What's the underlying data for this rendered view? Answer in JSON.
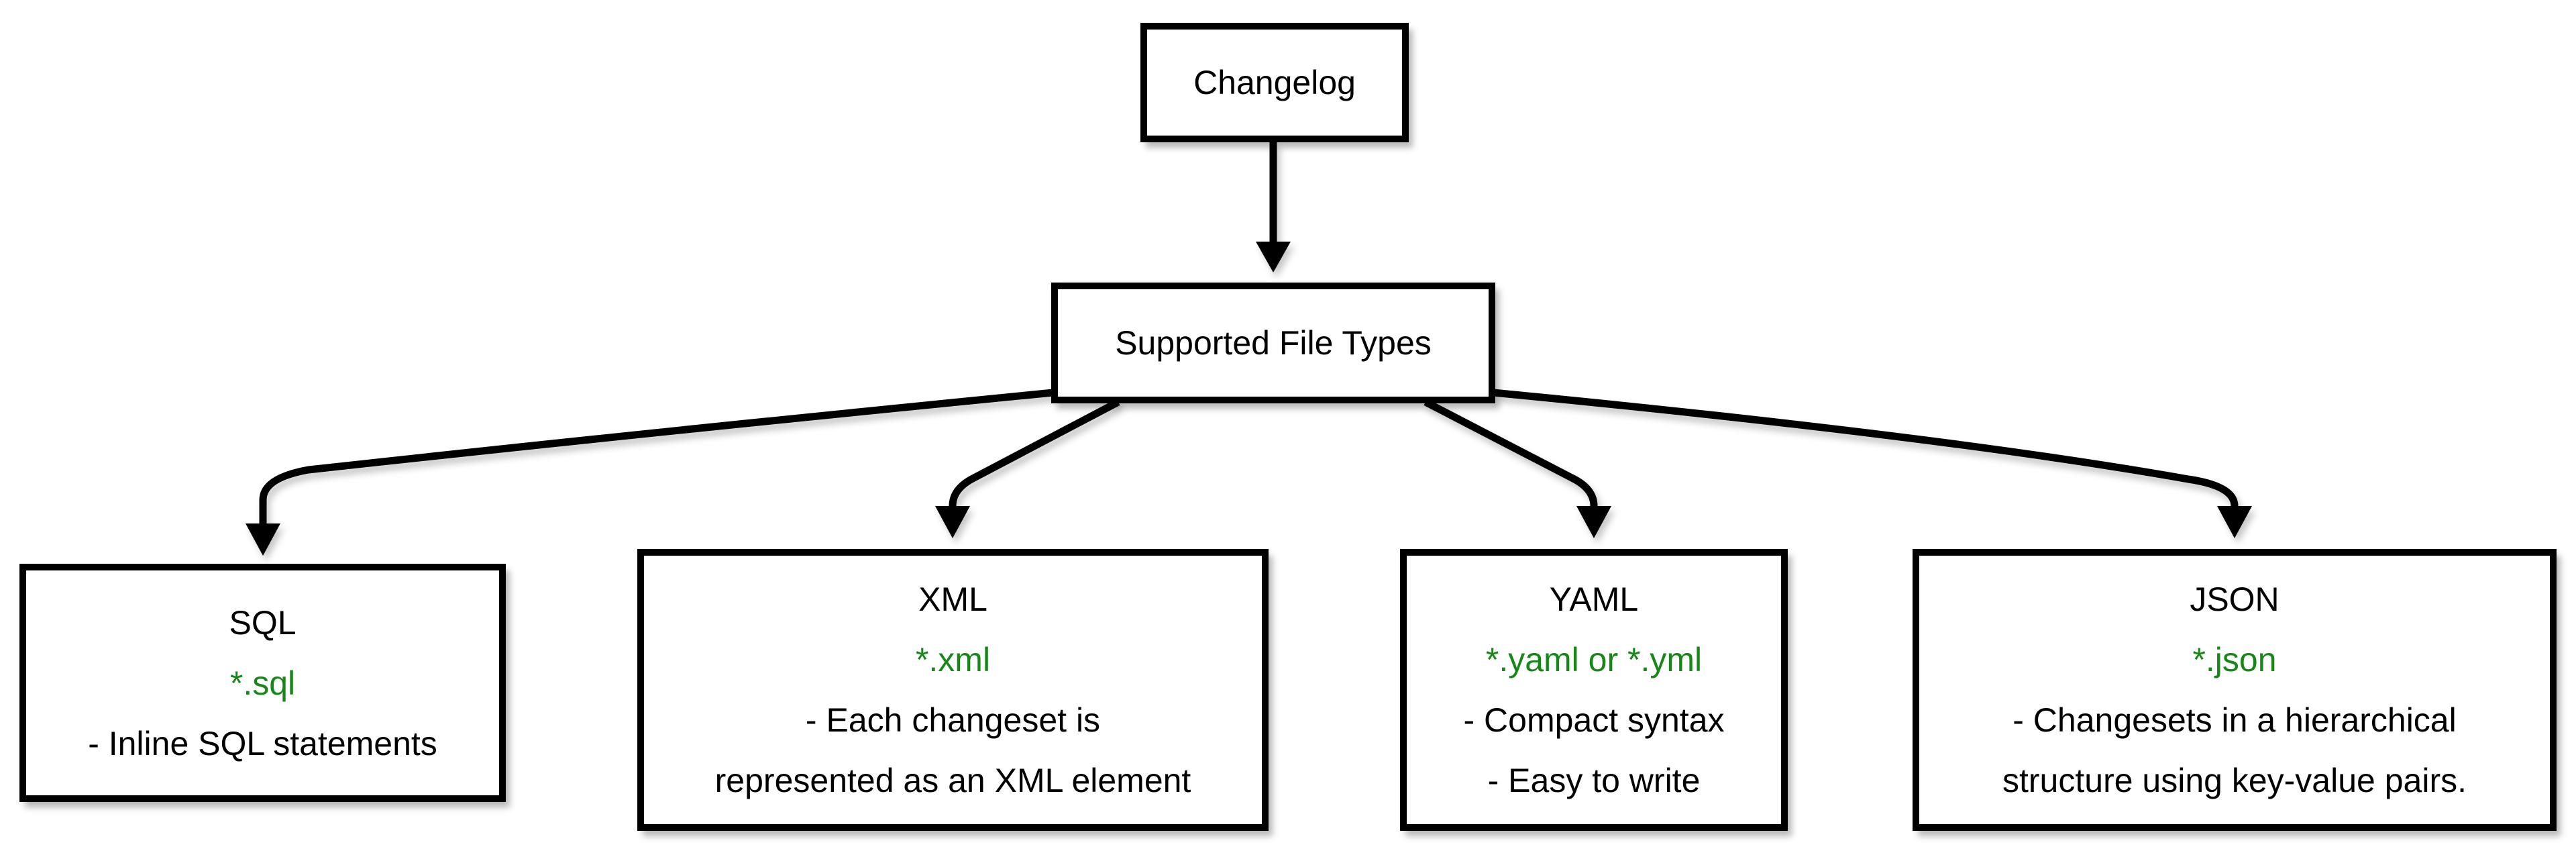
{
  "diagram": {
    "background_color": "#ffffff",
    "stroke_color": "#000000",
    "text_color": "#000000",
    "accent_green": "#178717",
    "root": {
      "label": "Changelog"
    },
    "hub": {
      "label": "Supported File Types"
    },
    "file_types": [
      {
        "title": "SQL",
        "pattern": "*.sql",
        "notes": [
          "- Inline SQL statements"
        ]
      },
      {
        "title": "XML",
        "pattern": "*.xml",
        "notes": [
          "- Each changeset is",
          "represented as an XML element"
        ]
      },
      {
        "title": "YAML",
        "pattern": "*.yaml or *.yml",
        "notes": [
          "- Compact syntax",
          "- Easy to write"
        ]
      },
      {
        "title": "JSON",
        "pattern": "*.json",
        "notes": [
          "- Changesets in a hierarchical",
          "structure using key-value pairs."
        ]
      }
    ]
  }
}
